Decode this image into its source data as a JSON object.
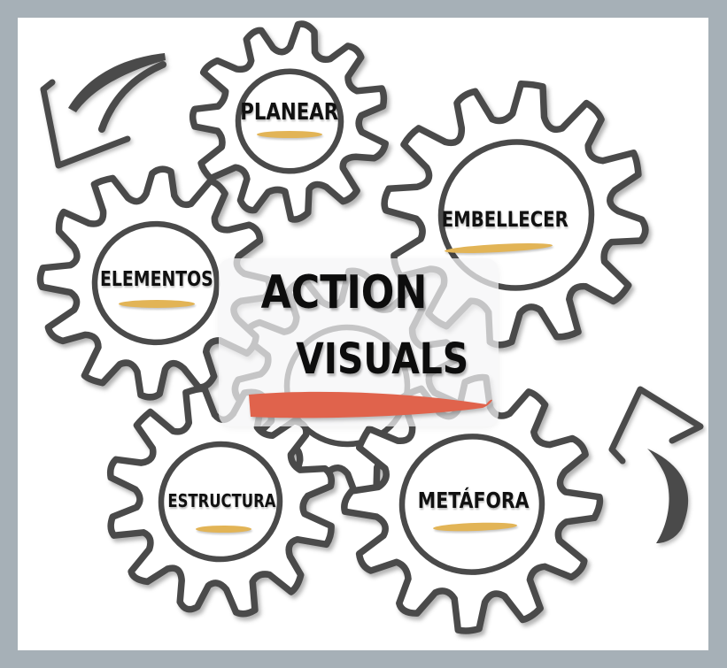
{
  "diagram": {
    "title": {
      "line1": "ACTION",
      "line2": "VISUALS"
    },
    "gears": [
      {
        "label": "PLANEAR"
      },
      {
        "label": "EMBELLECER"
      },
      {
        "label": "ELEMENTOS"
      },
      {
        "label": "ESTRUCTURA"
      },
      {
        "label": "METÁFORA"
      }
    ],
    "icons": {
      "top_left": "curved-arrow-down-left-icon",
      "bottom_right": "curved-arrow-up-icon"
    },
    "colors": {
      "frame_border": "#a6b0b7",
      "canvas": "#ffffff",
      "gear_stroke": "#4a4a4a",
      "label_text": "#111111",
      "title_text": "#0d0d0d",
      "underline_yellow": "#e2b456",
      "title_underline_red": "#e0634c",
      "panel": "rgba(245,245,247,0.72)"
    }
  }
}
